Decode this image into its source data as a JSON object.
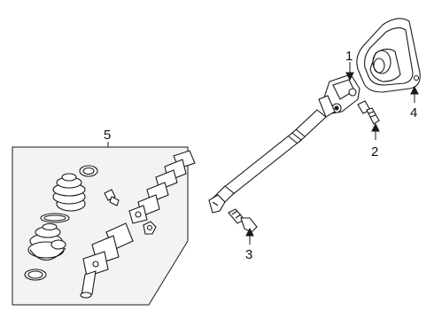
{
  "diagram": {
    "callouts": [
      {
        "id": "1",
        "text": "1"
      },
      {
        "id": "2",
        "text": "2"
      },
      {
        "id": "3",
        "text": "3"
      },
      {
        "id": "4",
        "text": "4"
      },
      {
        "id": "5",
        "text": "5"
      }
    ]
  },
  "colors": {
    "line": "#1a1a1a",
    "inset_fill": "#f3f3f3"
  }
}
